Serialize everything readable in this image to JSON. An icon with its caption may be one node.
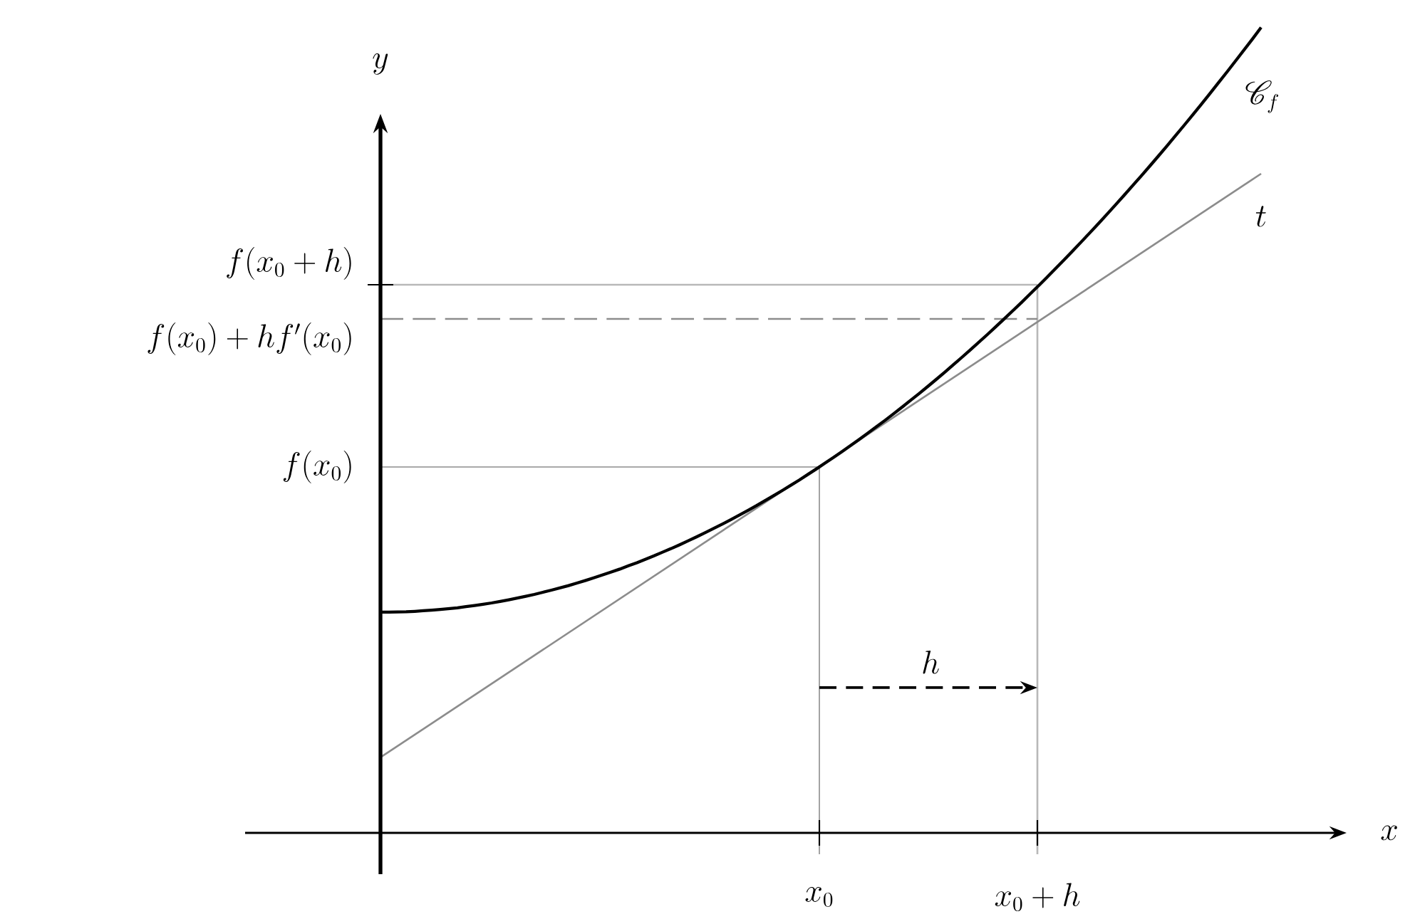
{
  "diagram": {
    "labels": [
      "y",
      "\\mathscr{C}_f",
      "t",
      "f(x_0+h)",
      "f(x_0)+hf'(x_0)",
      "f(x_0)",
      "h",
      "x",
      "x_0",
      "x_0+h"
    ]
  }
}
